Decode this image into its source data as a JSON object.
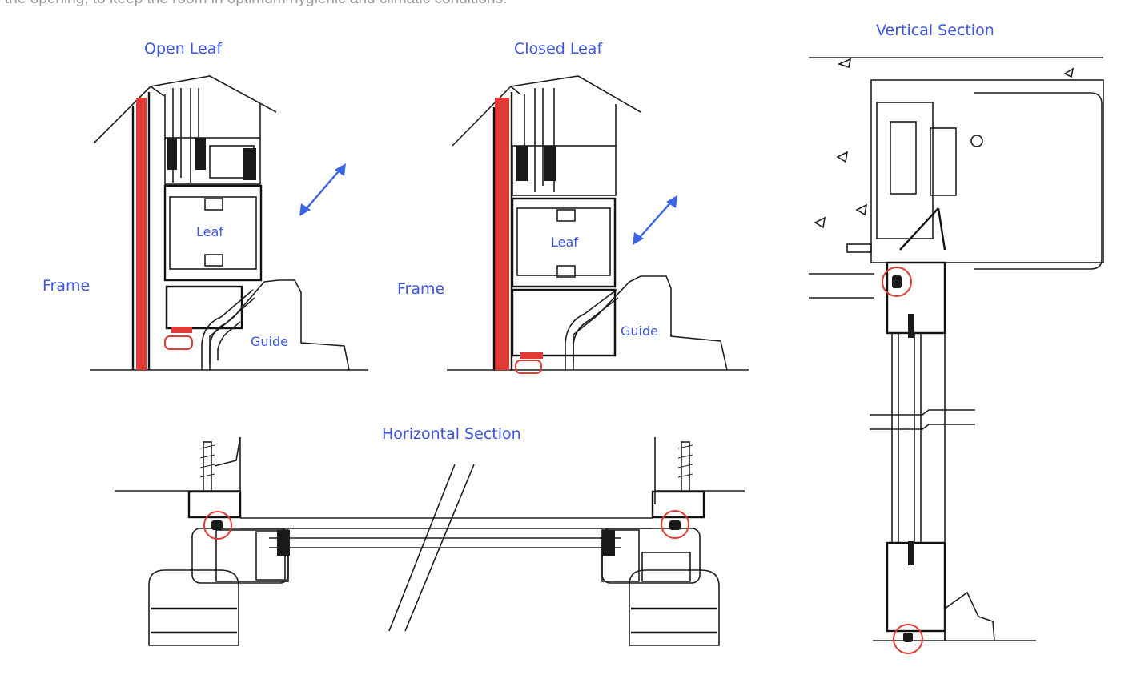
{
  "intro_text": "the opening, to keep the room in optimum hygienic and climatic conditions.",
  "labels": {
    "open_leaf": "Open Leaf",
    "closed_leaf": "Closed Leaf",
    "vertical_section": "Vertical Section",
    "horizontal_section": "Horizontal Section",
    "leaf": "Leaf",
    "frame": "Frame",
    "guide": "Guide"
  },
  "colors": {
    "label": "#3b55e6",
    "seal": "#e23a34",
    "line": "#1f1f1f",
    "arrow": "#3b63e6"
  }
}
